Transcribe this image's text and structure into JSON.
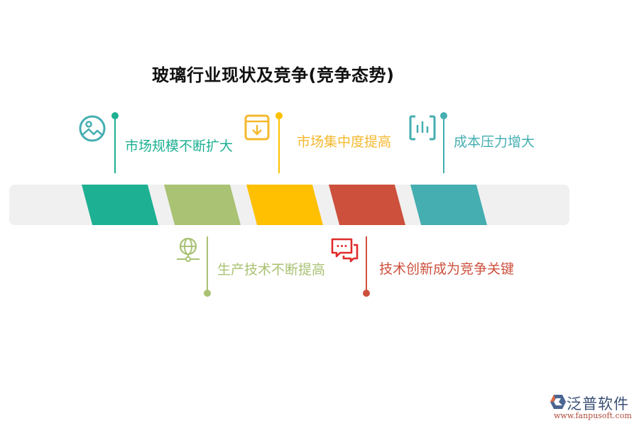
{
  "title": "玻璃行业现状及竞争(竞争态势)",
  "colors": {
    "teal": "#1db092",
    "green": "#a9c273",
    "yellow": "#fec000",
    "red": "#cd503c",
    "cyan": "#45aeb1",
    "track": "#f0f0f0"
  },
  "items": [
    {
      "label": "市场规模不断扩大",
      "icon": "image-icon",
      "position": "top",
      "color": "#1db092"
    },
    {
      "label": "生产技术不断提高",
      "icon": "globe-network-icon",
      "position": "bottom",
      "color": "#a9c273"
    },
    {
      "label": "市场集中度提高",
      "icon": "download-box-icon",
      "position": "top",
      "color": "#fec000"
    },
    {
      "label": "技术创新成为竞争关键",
      "icon": "chat-bubbles-icon",
      "position": "bottom",
      "color": "#cd503c"
    },
    {
      "label": "成本压力增大",
      "icon": "bar-chart-icon",
      "position": "top",
      "color": "#45aeb1"
    }
  ],
  "logo": {
    "name": "泛普软件",
    "url": "www.fanpusoft.com"
  }
}
